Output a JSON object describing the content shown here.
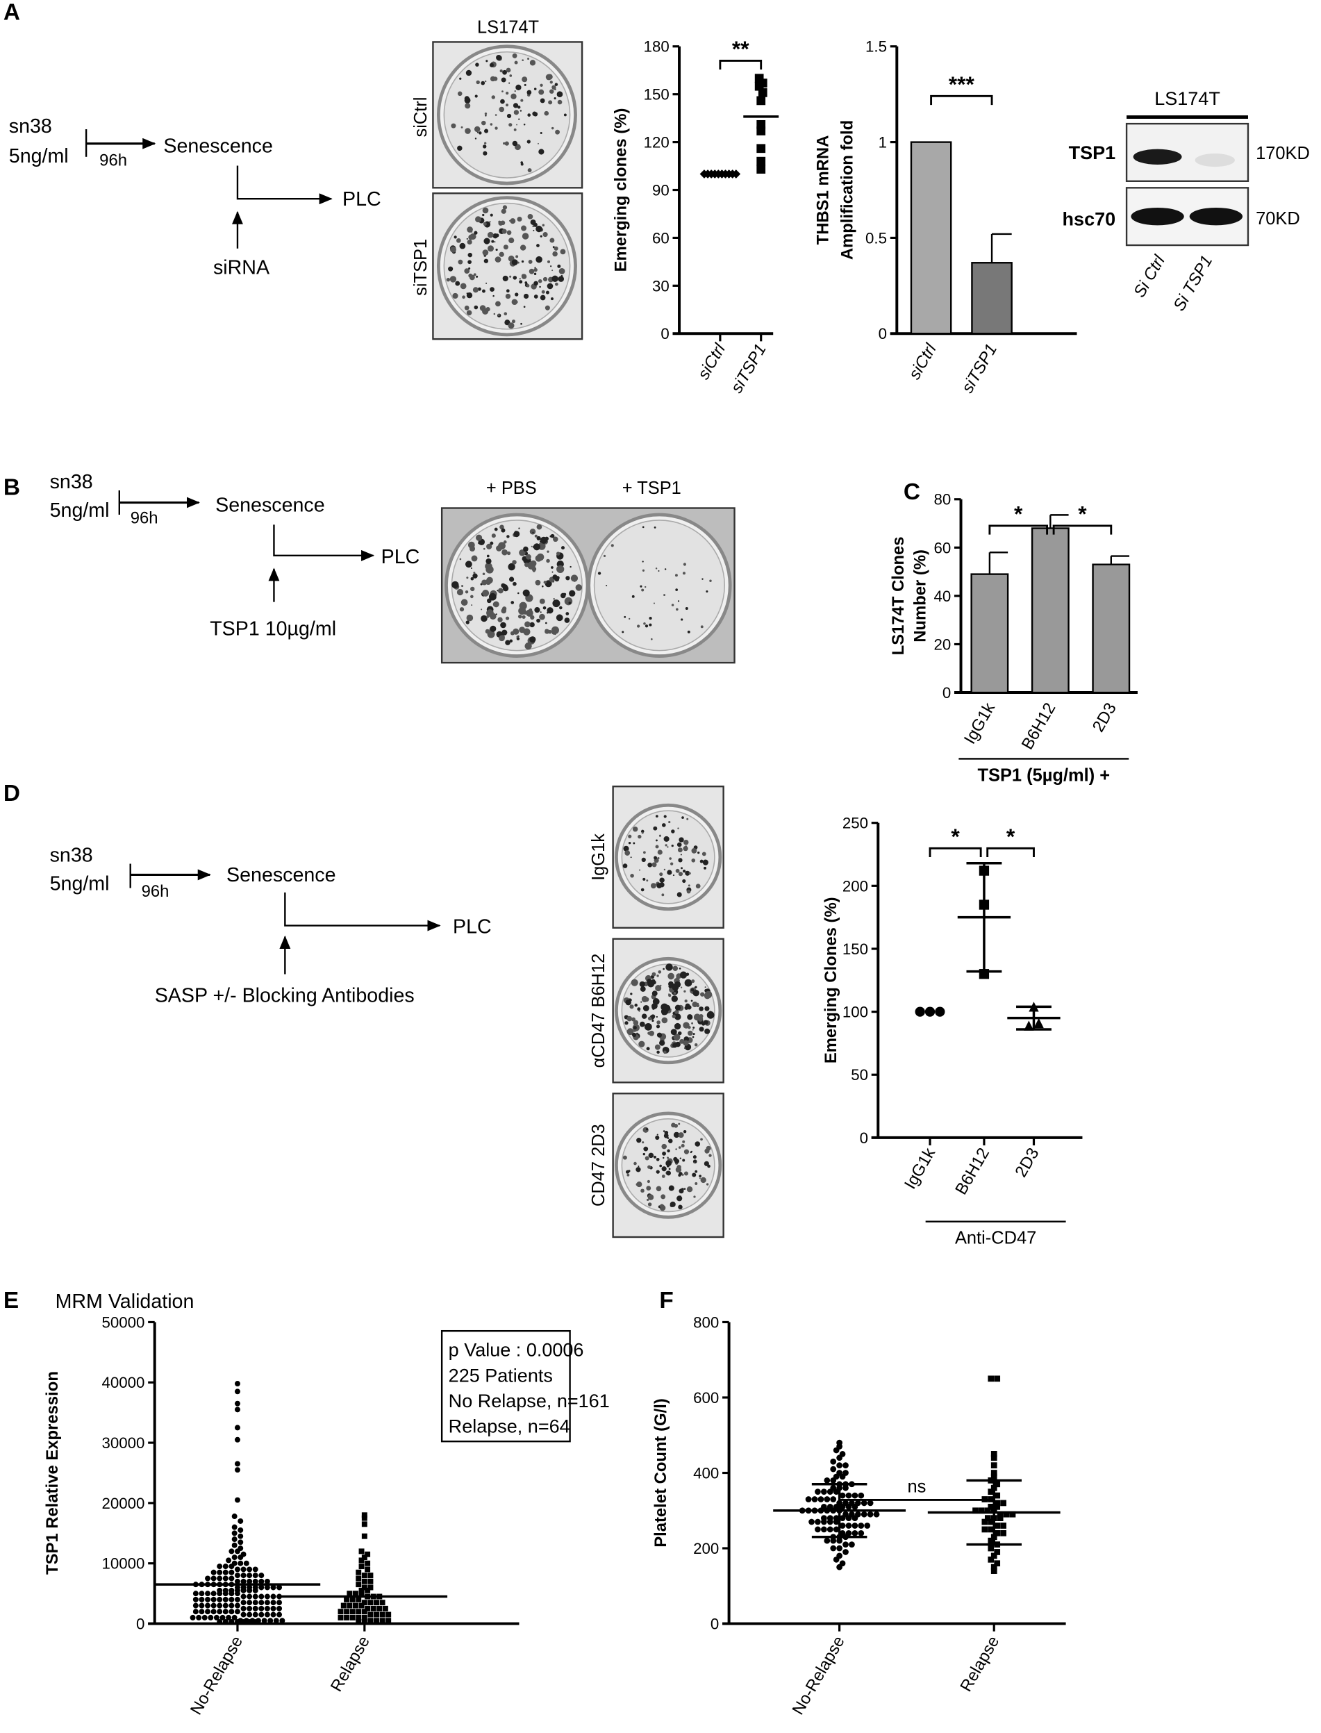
{
  "panels": {
    "A": "A",
    "B": "B",
    "C": "C",
    "D": "D",
    "E": "E",
    "F": "F"
  },
  "diagram_A": {
    "drug": "sn38",
    "dose": "5ng/ml",
    "time": "96h",
    "state": "Senescence",
    "outcome": "PLC",
    "treatment": "siRNA"
  },
  "diagram_B": {
    "drug": "sn38",
    "dose": "5ng/ml",
    "time": "96h",
    "state": "Senescence",
    "outcome": "PLC",
    "treatment": "TSP1 10µg/ml"
  },
  "diagram_D": {
    "drug": "sn38",
    "dose": "5ng/ml",
    "time": "96h",
    "state": "Senescence",
    "outcome": "PLC",
    "treatment": "SASP +/- Blocking Antibodies"
  },
  "plates_A": {
    "title": "LS174T",
    "labels": [
      "siCtrl",
      "siTSP1"
    ]
  },
  "plates_B": {
    "labels": [
      "+ PBS",
      "+ TSP1"
    ]
  },
  "plates_D": {
    "labels": [
      "IgG1k",
      "αCD47 B6H12",
      "CD47 2D3"
    ]
  },
  "western_blot": {
    "title": "LS174T",
    "rows": [
      {
        "protein": "TSP1",
        "size": "170KD"
      },
      {
        "protein": "hsc70",
        "size": "70KD"
      }
    ],
    "lanes": [
      "Si Ctrl",
      "Si TSP1"
    ]
  },
  "chart_data": [
    {
      "type": "scatter",
      "categories": [
        "siCtrl",
        "siTSP1"
      ],
      "series": [
        {
          "values": [
            100,
            100,
            100,
            100,
            100,
            100,
            100,
            100,
            100,
            100
          ],
          "marker": "diamond"
        },
        {
          "values": [
            160,
            157,
            155,
            151,
            146,
            131,
            127,
            116,
            108,
            103
          ],
          "mean": 136,
          "marker": "square"
        }
      ],
      "ylabel": [
        "Emerging clones (%)"
      ],
      "ylim": [
        0,
        180
      ],
      "yticks": [
        "0",
        "30",
        "60",
        "90",
        "120",
        "150",
        "180"
      ],
      "significance": [
        {
          "between": [
            0,
            1
          ],
          "label": "**"
        }
      ],
      "color": "#000000"
    },
    {
      "type": "bar",
      "categories": [
        "siCtrl",
        "siTSP1"
      ],
      "values": [
        1.0,
        0.37
      ],
      "errors": [
        0,
        0.15
      ],
      "bar_colors": [
        "#a8a8a8",
        "#787878"
      ],
      "ylabel": [
        "THBS1 mRNA",
        "Amplification fold"
      ],
      "ylim": [
        0,
        1.5
      ],
      "yticks": [
        "0",
        "0.5",
        "1",
        "1.5"
      ],
      "significance": [
        {
          "between": [
            0,
            1
          ],
          "label": "***"
        }
      ]
    },
    {
      "type": "bar",
      "categories": [
        "IgG1k",
        "B6H12",
        "2D3"
      ],
      "values": [
        49,
        68,
        53
      ],
      "errors": [
        9,
        5.5,
        3.5
      ],
      "bar_colors": [
        "#999999",
        "#999999",
        "#999999"
      ],
      "ylabel": [
        "LS174T Clones",
        "Number (%)"
      ],
      "group_label": "TSP1 (5µg/ml) +",
      "ylim": [
        0,
        80
      ],
      "yticks": [
        "0",
        "20",
        "40",
        "60",
        "80"
      ],
      "significance": [
        {
          "between": [
            0,
            1
          ],
          "label": "*"
        },
        {
          "between": [
            1,
            2
          ],
          "label": "*"
        }
      ]
    },
    {
      "type": "scatter",
      "categories": [
        "IgG1k",
        "B6H12",
        "2D3"
      ],
      "series": [
        {
          "values": [
            100,
            100,
            100
          ],
          "marker": "circle"
        },
        {
          "values": [
            212,
            185,
            130
          ],
          "mean": 175,
          "sd": 43,
          "marker": "square"
        },
        {
          "values": [
            104,
            89,
            91
          ],
          "mean": 95,
          "sd": 9,
          "marker": "triangle"
        }
      ],
      "ylabel": [
        "Emerging Clones (%)"
      ],
      "group_label": "Anti-CD47",
      "ylim": [
        0,
        250
      ],
      "yticks": [
        "0",
        "50",
        "100",
        "150",
        "200",
        "250"
      ],
      "significance": [
        {
          "between": [
            0,
            1
          ],
          "label": "*"
        },
        {
          "between": [
            1,
            2
          ],
          "label": "*"
        }
      ]
    },
    {
      "type": "scatter",
      "title": "MRM Validation",
      "categories": [
        "No-Relapse",
        "Relapse"
      ],
      "series": [
        {
          "values": [
            39800,
            38500,
            36500,
            35500,
            32500,
            30500,
            26500,
            25500,
            20500,
            17800,
            17000,
            16000,
            15500,
            15000,
            14500,
            14000,
            13500,
            13000,
            12500,
            12000,
            12000,
            11500,
            11000,
            11000,
            10500,
            10000,
            10000,
            10000,
            9500,
            9500,
            9500,
            9000,
            9000,
            9000,
            9000,
            8500,
            8500,
            8500,
            8500,
            8000,
            8000,
            8000,
            8000,
            8000,
            7500,
            7500,
            7500,
            7500,
            7500,
            7000,
            7000,
            7000,
            7000,
            7000,
            7000,
            6500,
            6500,
            6500,
            6500,
            6500,
            6500,
            6500,
            6000,
            6000,
            6000,
            6000,
            6000,
            6000,
            6000,
            6000,
            5500,
            5500,
            5500,
            5500,
            5500,
            5500,
            5500,
            5000,
            5000,
            5000,
            5000,
            5000,
            5000,
            5000,
            5000,
            4500,
            4500,
            4500,
            4500,
            4500,
            4500,
            4500,
            4000,
            4000,
            4000,
            4000,
            4000,
            4000,
            4000,
            4000,
            3500,
            3500,
            3500,
            3500,
            3500,
            3500,
            3500,
            3000,
            3000,
            3000,
            3000,
            3000,
            3000,
            3000,
            3000,
            2500,
            2500,
            2500,
            2500,
            2500,
            2500,
            2500,
            2000,
            2000,
            2000,
            2000,
            2000,
            2000,
            2000,
            2000,
            1500,
            1500,
            1500,
            1500,
            1500,
            1500,
            1500,
            1000,
            1000,
            1000,
            1000,
            1000,
            1000,
            1000,
            1000,
            500,
            500,
            500,
            500,
            500,
            500,
            500,
            500,
            300,
            300,
            300,
            300,
            300,
            300,
            300
          ],
          "mean": 6500,
          "marker": "circle"
        },
        {
          "values": [
            18000,
            17500,
            16500,
            14500,
            12000,
            11500,
            11000,
            10500,
            10000,
            9500,
            9000,
            8500,
            8000,
            8000,
            7500,
            7000,
            7000,
            6500,
            6000,
            6000,
            5500,
            5500,
            5000,
            5000,
            5000,
            4500,
            4500,
            4500,
            4000,
            4000,
            4000,
            3500,
            3500,
            3500,
            3500,
            3000,
            3000,
            3000,
            3000,
            2500,
            2500,
            2500,
            2500,
            2000,
            2000,
            2000,
            2000,
            2000,
            1500,
            1500,
            1500,
            1500,
            1000,
            1000,
            1000,
            1000,
            1000,
            500,
            500,
            500,
            500,
            300,
            300,
            300
          ],
          "mean": 4500,
          "marker": "square"
        }
      ],
      "ylabel": [
        "TSP1 Relative Expression"
      ],
      "ylim": [
        0,
        50000
      ],
      "yticks": [
        "0",
        "10000",
        "20000",
        "30000",
        "40000",
        "50000"
      ],
      "legend_box": [
        "p Value : 0.0006",
        "225 Patients",
        "No Relapse, n=161",
        "Relapse, n=64"
      ],
      "legend_placement": "top-right"
    },
    {
      "type": "scatter",
      "categories": [
        "No-Relapse",
        "Relapse"
      ],
      "series": [
        {
          "values": [
            480,
            470,
            460,
            450,
            440,
            430,
            420,
            420,
            410,
            400,
            400,
            390,
            390,
            380,
            380,
            370,
            370,
            370,
            360,
            360,
            360,
            350,
            350,
            350,
            350,
            340,
            340,
            340,
            340,
            330,
            330,
            330,
            330,
            330,
            320,
            320,
            320,
            320,
            320,
            320,
            310,
            310,
            310,
            310,
            310,
            310,
            300,
            300,
            300,
            300,
            300,
            300,
            300,
            290,
            290,
            290,
            290,
            290,
            290,
            280,
            280,
            280,
            280,
            280,
            280,
            270,
            270,
            270,
            270,
            270,
            260,
            260,
            260,
            260,
            260,
            250,
            250,
            250,
            250,
            240,
            240,
            240,
            240,
            230,
            230,
            230,
            220,
            220,
            220,
            210,
            210,
            200,
            200,
            190,
            180,
            170,
            160,
            150
          ],
          "mean": 300,
          "sd": 70,
          "marker": "circle"
        },
        {
          "values": [
            650,
            650,
            450,
            440,
            420,
            400,
            390,
            380,
            370,
            360,
            350,
            340,
            330,
            330,
            320,
            320,
            310,
            310,
            300,
            300,
            300,
            300,
            290,
            290,
            290,
            280,
            280,
            280,
            270,
            270,
            260,
            260,
            250,
            250,
            240,
            240,
            230,
            220,
            210,
            200,
            190,
            180,
            170,
            160,
            150,
            140
          ],
          "mean": 295,
          "sd": 85,
          "marker": "square"
        }
      ],
      "ylabel": [
        "Platelet Count (G/l)"
      ],
      "ylim": [
        0,
        800
      ],
      "yticks": [
        "0",
        "200",
        "400",
        "600",
        "800"
      ],
      "significance": [
        {
          "between": [
            0,
            1
          ],
          "label": "ns"
        }
      ]
    }
  ]
}
